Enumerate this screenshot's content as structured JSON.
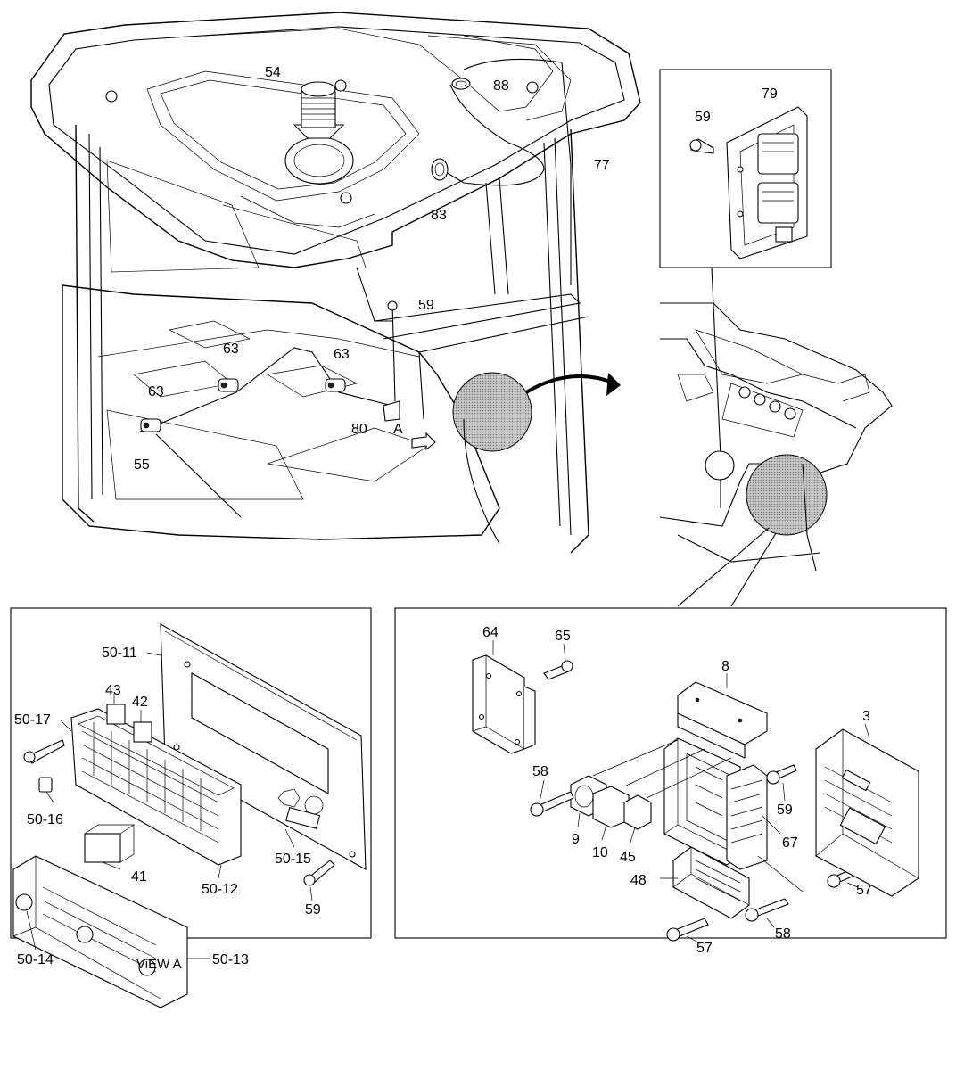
{
  "labels": {
    "top": {
      "l54": "54",
      "l88": "88",
      "l77": "77",
      "l83": "83",
      "l59a": "59",
      "l63a": "63",
      "l63b": "63",
      "l63c": "63",
      "l80": "80",
      "la": "A",
      "l55": "55",
      "l79": "79",
      "l59b": "59"
    },
    "left": {
      "l5011": "50-11",
      "l43": "43",
      "l42": "42",
      "l5017": "50-17",
      "l5016": "50-16",
      "l41": "41",
      "l5012": "50-12",
      "l5015": "50-15",
      "l59c": "59",
      "l5013": "50-13",
      "l5014": "50-14"
    },
    "right": {
      "l64": "64",
      "l65": "65",
      "l8": "8",
      "l3": "3",
      "l58a": "58",
      "l59d": "59",
      "l9": "9",
      "l10": "10",
      "l45": "45",
      "l67": "67",
      "l48": "48",
      "l57a": "57",
      "l58b": "58",
      "l57b": "57"
    }
  },
  "caption": "ViEW A"
}
